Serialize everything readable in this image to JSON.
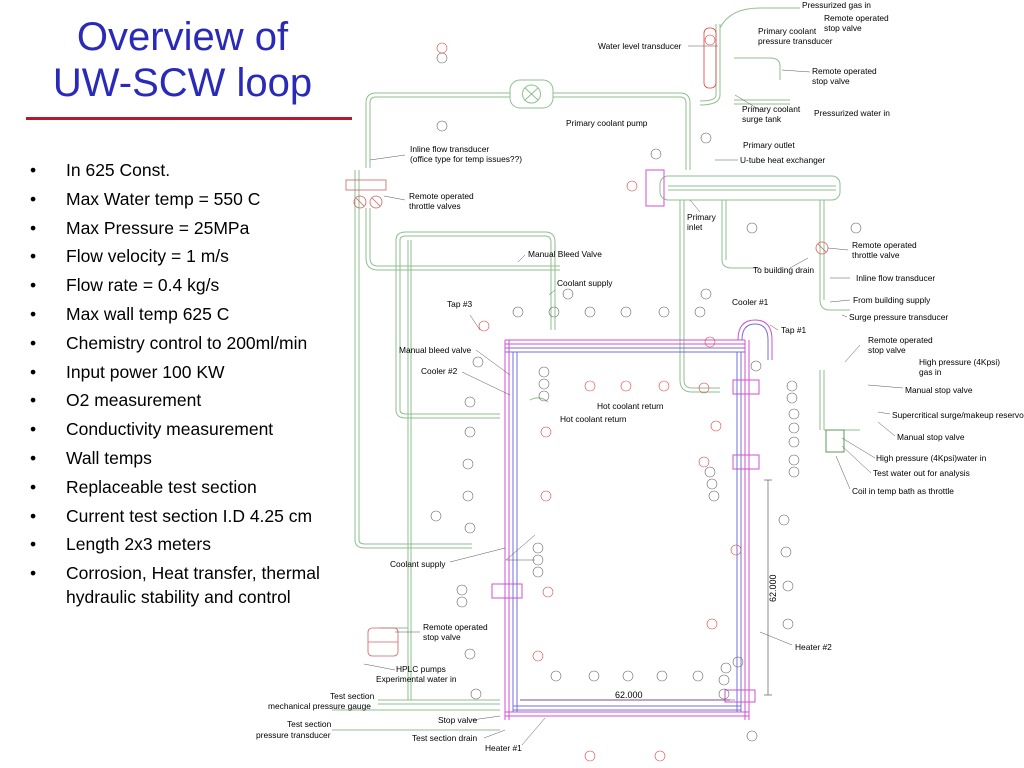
{
  "slide": {
    "title_line1": "Overview of",
    "title_line2": "UW-SCW loop"
  },
  "bullets": [
    "In 625 Const.",
    "Max Water temp = 550 C",
    "Max Pressure = 25MPa",
    "Flow velocity = 1 m/s",
    "Flow rate = 0.4 kg/s",
    "Max wall temp 625 C",
    "Chemistry control to 200ml/min",
    "Input power 100 KW",
    "O2 measurement",
    "Conductivity measurement",
    "Wall temps",
    "Replaceable test section",
    "Current test section I.D 4.25 cm",
    "Length 2x3 meters",
    "Corrosion, Heat transfer, thermal hydraulic stability and control"
  ],
  "diagram_labels": {
    "pressurized_gas_in": "Pressurized gas in",
    "remote_stop_valve_top_1": "Remote operated",
    "remote_stop_valve_top_2": "stop valve",
    "water_level_transducer": "Water level transducer",
    "primary_pressure_transducer_1": "Primary coolant",
    "primary_pressure_transducer_2": "pressure transducer",
    "remote_stop_valve_mid_1": "Remote operated",
    "remote_stop_valve_mid_2": "stop valve",
    "surge_tank_1": "Primary coolant",
    "surge_tank_2": "surge tank",
    "pressurized_water_in": "Pressurized water in",
    "primary_coolant_pump": "Primary coolant pump",
    "primary_outlet": "Primary outlet",
    "u_tube_hx": "U-tube heat exchanger",
    "inline_flow_transducer_1": "Inline flow transducer",
    "inline_flow_transducer_2": "(office type for temp issues??)",
    "remote_throttle_valves_1": "Remote operated",
    "remote_throttle_valves_2": "throttle valves",
    "primary_inlet_1": "Primary",
    "primary_inlet_2": "inlet",
    "remote_throttle_valve_1": "Remote operated",
    "remote_throttle_valve_2": "throttle valve",
    "to_building_drain": "To building drain",
    "inline_flow_transducer_right": "Inline flow transducer",
    "manual_bleed_valve_top": "Manual Bleed Valve",
    "coolant_supply_top": "Coolant supply",
    "from_building_supply": "From building supply",
    "tap3": "Tap #3",
    "cooler1": "Cooler #1",
    "tap1": "Tap #1",
    "surge_pressure_transducer": "Surge pressure transducer",
    "manual_bleed_valve": "Manual bleed valve",
    "remote_stop_valve_right_1": "Remote operated",
    "remote_stop_valve_right_2": "stop valve",
    "high_pressure_gas_1": "High pressure (4Kpsi)",
    "high_pressure_gas_2": "gas in",
    "cooler2": "Cooler #2",
    "manual_stop_valve_1": "Manual stop valve",
    "hot_coolant_return_1": "Hot coolant return",
    "hot_coolant_return_2": "Hot coolant return",
    "supercritical_surge": "Supercritical surge/makeup reservoir",
    "manual_stop_valve_2": "Manual stop valve",
    "high_pressure_water": "High pressure (4Kpsi)water in",
    "test_water_out": "Test water out for analysis",
    "coil_temp_bath": "Coil in temp bath as throttle",
    "coolant_supply_bottom": "Coolant supply",
    "dim_vertical": "62.000",
    "remote_stop_valve_bottom_1": "Remote operated",
    "remote_stop_valve_bottom_2": "stop valve",
    "heater2": "Heater #2",
    "hplc_pumps": "HPLC pumps",
    "experimental_water_in": "Experimental water in",
    "dim_horizontal": "62.000",
    "test_section_mech_1": "Test section",
    "test_section_mech_2": "mechanical pressure gauge",
    "stop_valve": "Stop valve",
    "test_section_press_1": "Test section",
    "test_section_press_2": "pressure transducer",
    "test_section_drain": "Test section drain",
    "heater1": "Heater #1"
  },
  "colors": {
    "title": "#2a2ab8",
    "title_rule": "#b01c2c",
    "pipe_green": "#8fbf8f",
    "pipe_magenta": "#d050d0",
    "pipe_blue": "#7070d8",
    "instrument_red": "#e04040",
    "leader_line": "#555555"
  }
}
